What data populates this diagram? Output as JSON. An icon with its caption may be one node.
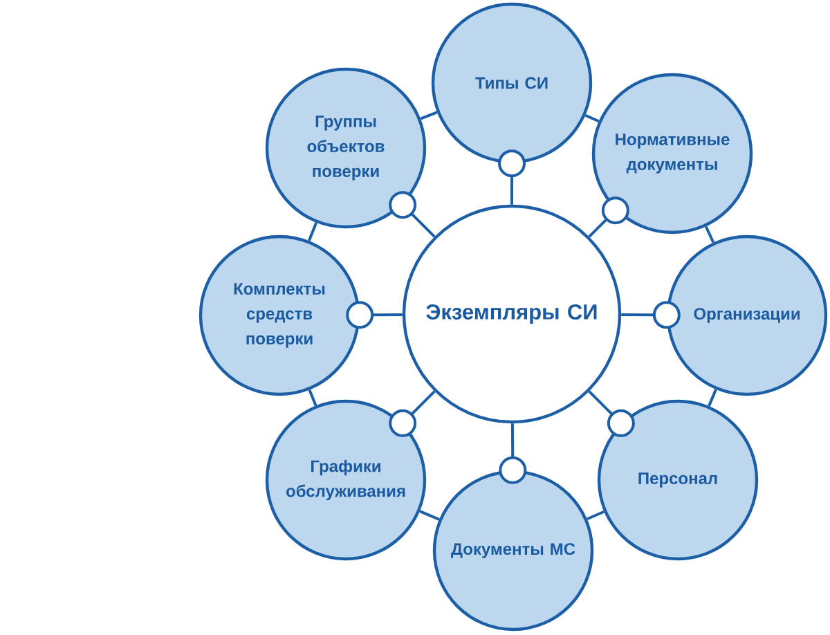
{
  "diagram": {
    "nodes": [
      {
        "text": [
          "Экземпляры СИ"
        ]
      },
      {
        "text": [
          "Типы СИ"
        ]
      },
      {
        "text": [
          "Нормативные документы"
        ]
      },
      {
        "text": [
          "Организации"
        ]
      },
      {
        "text": [
          "Персонал"
        ]
      },
      {
        "text": [
          "Документы МС"
        ]
      },
      {
        "text": [
          "Графики обслуживания"
        ]
      },
      {
        "text": [
          "Комплекты средств поверки"
        ]
      },
      {
        "text": [
          "Группы объектов поверки"
        ]
      }
    ],
    "edges": [
      {
        "from": 0,
        "to": 1,
        "arrow": "other"
      },
      {
        "from": 0,
        "to": 2,
        "arrow": "other"
      },
      {
        "from": 0,
        "to": 3,
        "arrow": "other"
      },
      {
        "from": 0,
        "to": 4,
        "arrow": "other"
      },
      {
        "from": 0,
        "to": 5,
        "arrow": "other"
      },
      {
        "from": 0,
        "to": 6,
        "arrow": "other"
      },
      {
        "from": 0,
        "to": 7,
        "arrow": "other"
      },
      {
        "from": 0,
        "to": 8,
        "arrow": "other"
      },
      {
        "from": 1,
        "to": 2,
        "arrow": "none"
      },
      {
        "from": 2,
        "to": 3,
        "arrow": "none"
      },
      {
        "from": 3,
        "to": 4,
        "arrow": "none"
      },
      {
        "from": 4,
        "to": 5,
        "arrow": "none"
      },
      {
        "from": 5,
        "to": 6,
        "arrow": "none"
      },
      {
        "from": 6,
        "to": 7,
        "arrow": "none"
      },
      {
        "from": 7,
        "to": 8,
        "arrow": "none"
      },
      {
        "from": 8,
        "to": 1,
        "arrow": "none"
      }
    ]
  }
}
